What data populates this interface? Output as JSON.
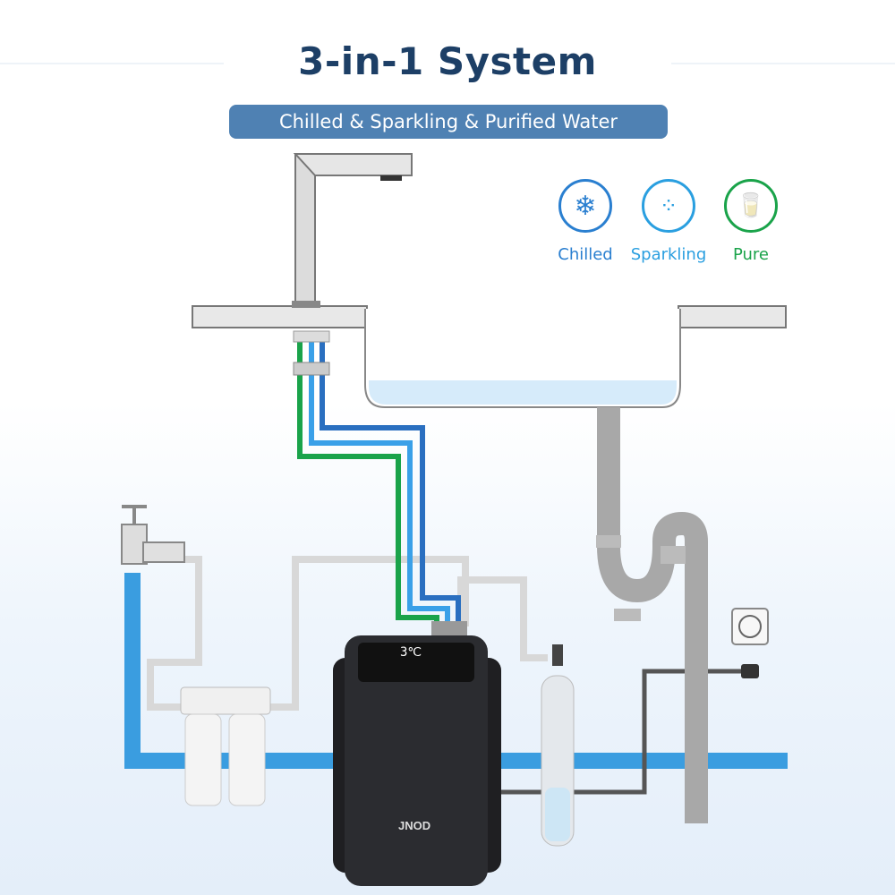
{
  "header": {
    "title": "3-in-1 System",
    "subtitle": "Chilled & Sparkling & Purified Water"
  },
  "features": [
    {
      "label": "Chilled",
      "icon": "snowflake-icon",
      "color": "#2a7fd0"
    },
    {
      "label": "Sparkling",
      "icon": "bubbles-icon",
      "color": "#2a9fe0"
    },
    {
      "label": "Pure",
      "icon": "cup-icon",
      "color": "#1aa34a"
    }
  ],
  "unit": {
    "display": "3℃",
    "brand": "JNOD"
  },
  "colors": {
    "pure_line": "#1aa34a",
    "chilled_line": "#2a7fd0",
    "sparkling_line": "#3aa0e8",
    "water_supply": "#3a9de0",
    "drain": "#9a9a9a"
  }
}
